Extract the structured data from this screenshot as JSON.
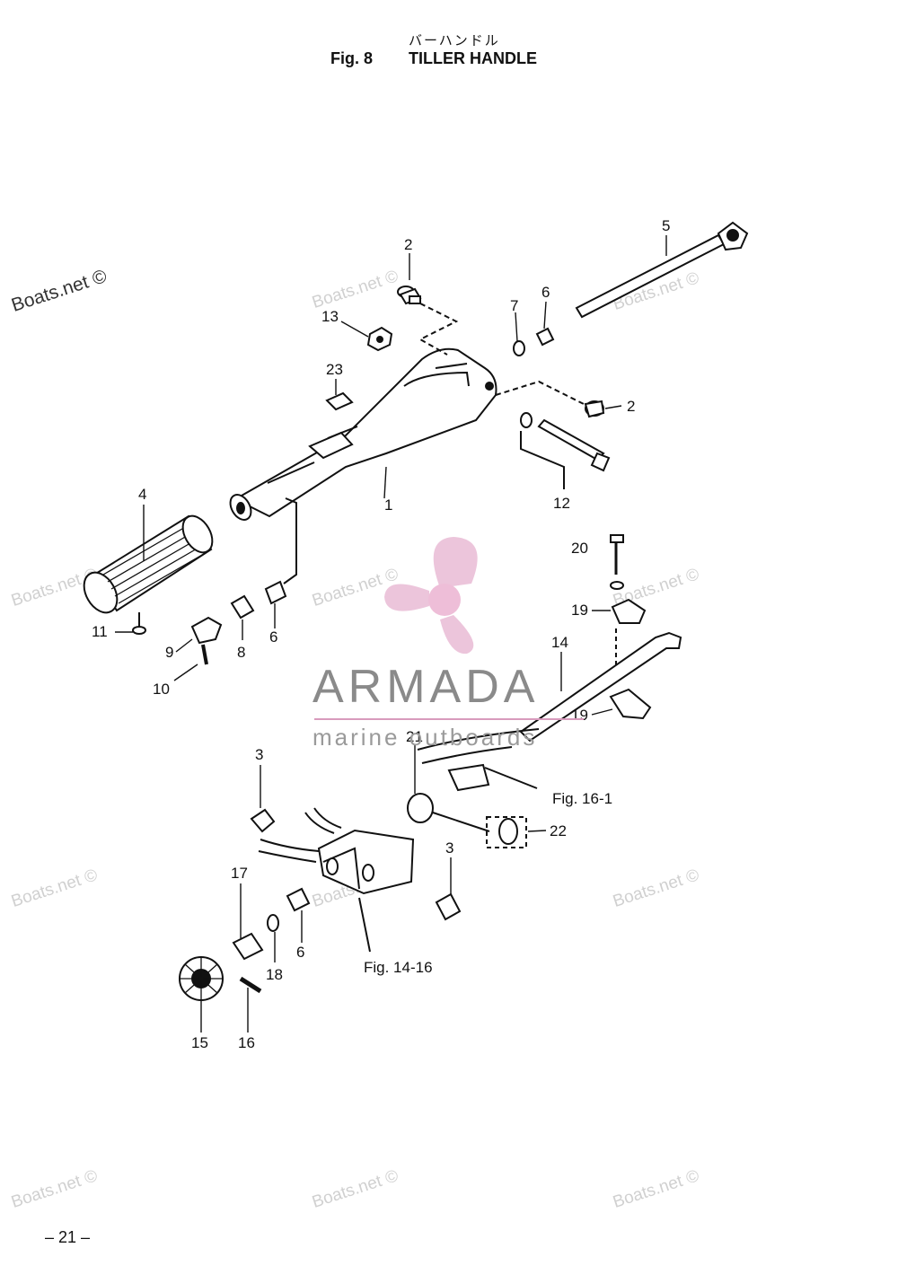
{
  "header": {
    "jp_title": "バーハンドル",
    "fig_no": "Fig. 8",
    "title": "TILLER HANDLE"
  },
  "callouts": [
    "1",
    "2",
    "2",
    "3",
    "3",
    "4",
    "5",
    "6",
    "6",
    "6",
    "7",
    "8",
    "9",
    "10",
    "11",
    "12",
    "13",
    "14",
    "15",
    "16",
    "17",
    "18",
    "19",
    "19",
    "20",
    "21",
    "22",
    "23"
  ],
  "references": {
    "fig_16_1": "Fig. 16-1",
    "fig_14_16": "Fig. 14-16"
  },
  "watermark": "Boats.net ©",
  "logo": {
    "name": "ARMADA",
    "tagline": "marine outboards"
  },
  "page_number": "– 21 –"
}
